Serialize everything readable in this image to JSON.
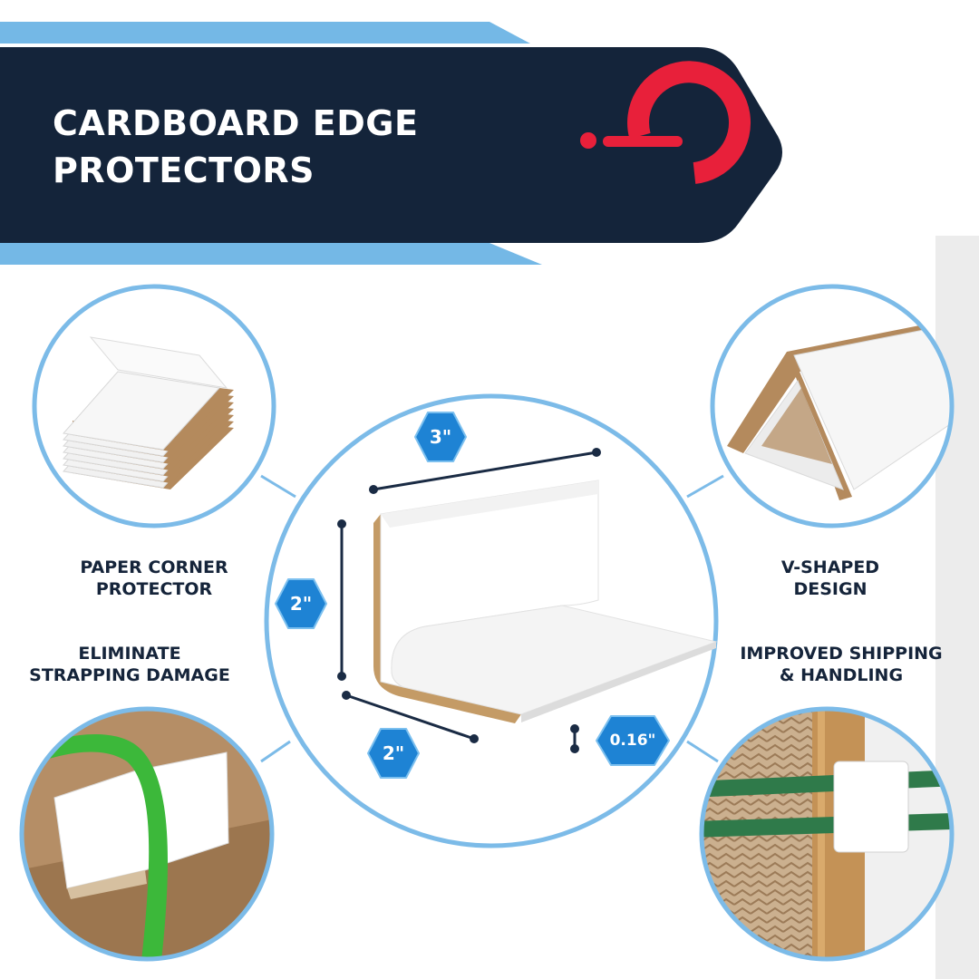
{
  "header": {
    "title": "CARDBOARD EDGE\nPROTECTORS",
    "logo_icon": "e-logo-icon",
    "colors": {
      "navy": "#14243a",
      "sky_blue": "#74b8e6",
      "logo_red": "#e8203a"
    }
  },
  "features": [
    {
      "caption": "PAPER CORNER\nPROTECTOR"
    },
    {
      "caption": "V-SHAPED\nDESIGN"
    },
    {
      "caption": "ELIMINATE\nSTRAPPING DAMAGE"
    },
    {
      "caption": "IMPROVED SHIPPING\n& HANDLING"
    }
  ],
  "dimensions": {
    "length": "3\"",
    "height": "2\"",
    "width": "2\"",
    "thickness": "0.16\""
  }
}
